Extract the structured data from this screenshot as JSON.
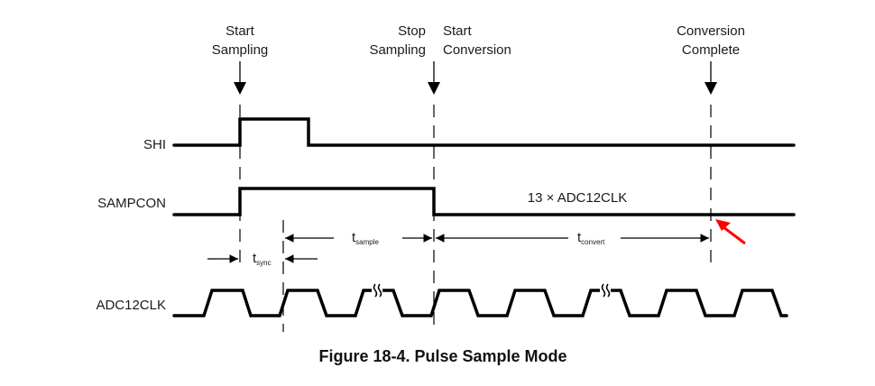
{
  "events": [
    {
      "id": "start-sampling",
      "line1": "Start",
      "line2": "Sampling"
    },
    {
      "id": "stop-sampling",
      "line1": "Stop",
      "line2": "Sampling"
    },
    {
      "id": "start-conversion",
      "line1": "Start",
      "line2": "Conversion"
    },
    {
      "id": "conversion-complete",
      "line1": "Conversion",
      "line2": "Complete"
    }
  ],
  "signals": {
    "shi": "SHI",
    "sampcon": "SAMPCON",
    "adc12clk": "ADC12CLK"
  },
  "annotations": {
    "conversion_cycles": "13 × ADC12CLK",
    "t_sync": {
      "base": "t",
      "sub": "sync"
    },
    "t_sample": {
      "base": "t",
      "sub": "sample"
    },
    "t_convert": {
      "base": "t",
      "sub": "convert"
    }
  },
  "highlight_color": "#ff0000",
  "caption": "Figure 18-4. Pulse Sample Mode"
}
